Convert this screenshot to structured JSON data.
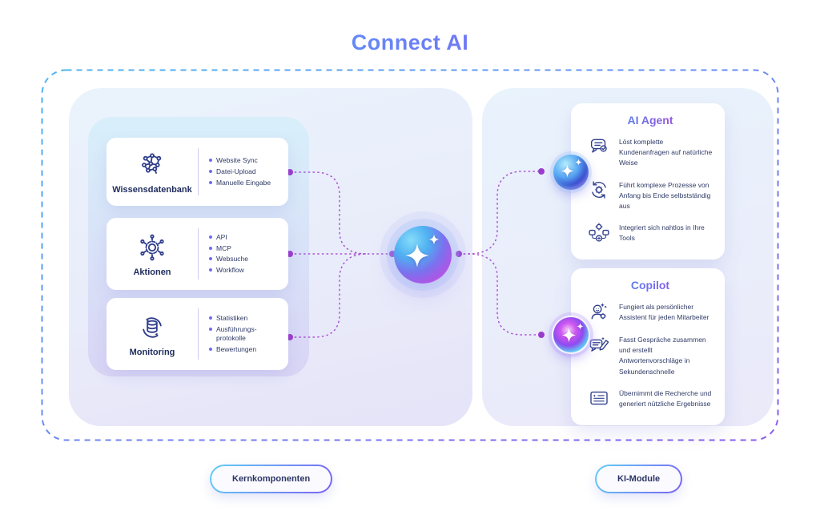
{
  "title": "Connect AI",
  "colors": {
    "accent_blue": "#41bdf7",
    "accent_purple": "#a74df2",
    "connector": "#ab55d4",
    "icon_navy": "#2f3e8c"
  },
  "core": {
    "label": "Kernkomponenten",
    "cards": [
      {
        "name": "Wissensdatenbank",
        "icon": "brain-network-icon",
        "items": [
          "Website Sync",
          "Datei-Upload",
          "Manuelle Eingabe"
        ]
      },
      {
        "name": "Aktionen",
        "icon": "gear-hub-icon",
        "items": [
          "API",
          "MCP",
          "Websuche",
          "Workflow"
        ]
      },
      {
        "name": "Monitoring",
        "icon": "database-sync-icon",
        "items": [
          "Statistiken",
          "Ausführungs-protokolle",
          "Bewertungen"
        ]
      }
    ]
  },
  "modules": {
    "label": "KI-Module",
    "cards": [
      {
        "title": "AI Agent",
        "features": [
          {
            "icon": "chat-check-icon",
            "text": "Löst komplette Kundenanfragen auf natürliche Weise"
          },
          {
            "icon": "process-loop-icon",
            "text": "Führt komplexe Prozesse von Anfang bis Ende selbstständig aus"
          },
          {
            "icon": "tools-integration-icon",
            "text": "Integriert sich nahtlos in Ihre Tools"
          }
        ]
      },
      {
        "title": "Copilot",
        "features": [
          {
            "icon": "assistant-person-icon",
            "text": "Fungiert als persönlicher Assistent für jeden Mitarbeiter"
          },
          {
            "icon": "chat-compose-icon",
            "text": "Fasst Gespräche zusammen und erstellt Antwortenvorschläge in Sekundenschnelle"
          },
          {
            "icon": "document-lines-icon",
            "text": "Übernimmt die Recherche und generiert nützliche Ergebnisse"
          }
        ]
      }
    ]
  }
}
